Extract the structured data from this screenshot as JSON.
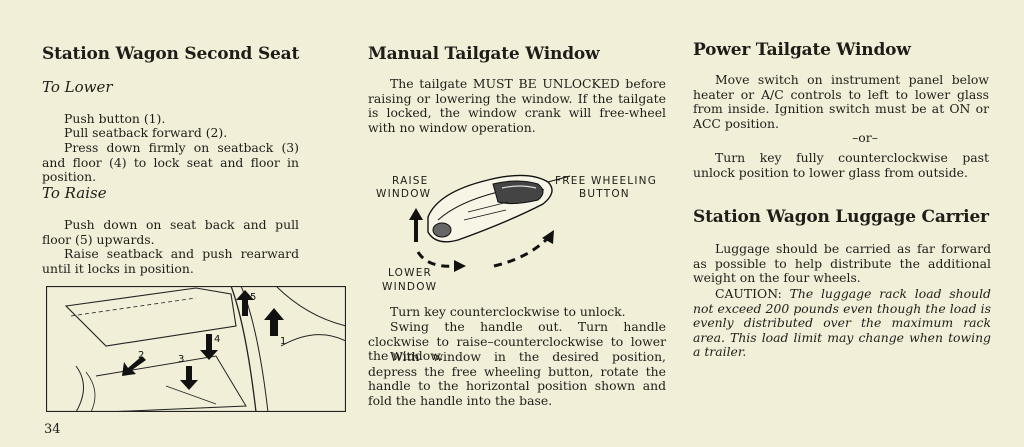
{
  "page_number": "34",
  "col1": {
    "heading": "Station Wagon Second Seat",
    "lower_heading": "To Lower",
    "lower_p1": "Push button (1).",
    "lower_p2": "Pull seatback forward (2).",
    "lower_p3": "Press down firmly on seatback (3) and floor (4) to lock seat and floor in position.",
    "raise_heading": "To Raise",
    "raise_p1": "Push down on seat back and pull floor (5) upwards.",
    "raise_p2": "Raise seatback and push rearward until it locks in position.",
    "figure_callouts": [
      "1",
      "2",
      "3",
      "4",
      "5"
    ]
  },
  "col2": {
    "heading": "Manual Tailgate Window",
    "intro": "The tailgate MUST BE UNLOCKED before raising or lowering the window. If the tailgate is locked, the window crank will free-wheel with no window operation.",
    "label_raise_1": "RAISE",
    "label_raise_2": "WINDOW",
    "label_free_1": "FREE WHEELING",
    "label_free_2": "BUTTON",
    "label_lower_1": "LOWER",
    "label_lower_2": "WINDOW",
    "p1": "Turn key counterclockwise to unlock.",
    "p2": "Swing the handle out. Turn handle clockwise to raise–counterclockwise to lower the window.",
    "p3": "With window in the desired position, depress the free wheeling button, rotate the handle to the horizontal position shown and fold the handle into the base."
  },
  "col3": {
    "heading": "Power Tailgate Window",
    "p1": "Move switch on instrument panel below heater or A/C controls to left to lower glass from inside. Ignition switch must be at ON or ACC position.",
    "or": "–or–",
    "p2": "Turn key fully counterclockwise past unlock position to lower glass from outside.",
    "heading2": "Station Wagon Luggage Carrier",
    "p3": "Luggage should be carried as far forward as possible to help distribute the additional weight on the four wheels.",
    "caution_label": "CAUTION:",
    "caution_text": "The luggage rack load should not exceed 200 pounds even though the load is evenly distributed over the maximum rack area. This load limit may change when towing a trailer."
  }
}
